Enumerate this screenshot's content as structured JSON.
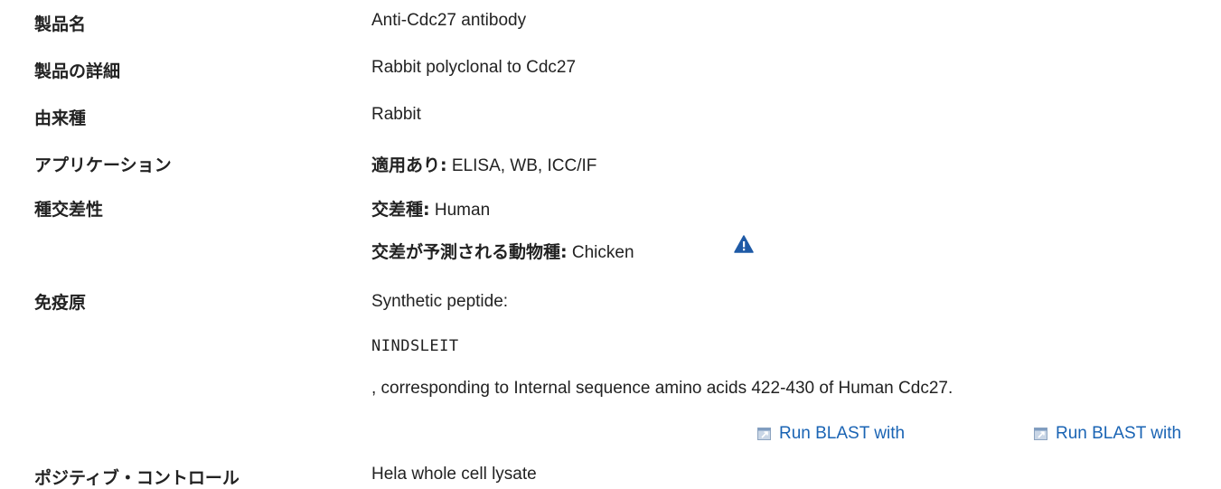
{
  "rows": {
    "product_name": {
      "label": "製品名",
      "value": "Anti-Cdc27 antibody"
    },
    "description": {
      "label": "製品の詳細",
      "value": "Rabbit polyclonal to Cdc27"
    },
    "host": {
      "label": "由来種",
      "value": "Rabbit"
    },
    "applications": {
      "label": "アプリケーション",
      "prefix": "適用あり:",
      "value": " ELISA, WB, ICC/IF"
    },
    "reactivity": {
      "label": "種交差性",
      "reacts_prefix": "交差種:",
      "reacts_value": " Human",
      "predicted_prefix": "交差が予測される動物種:",
      "predicted_value": " Chicken"
    },
    "immunogen": {
      "label": "免疫原",
      "line1": "Synthetic peptide:",
      "sequence": "NINDSLEIT",
      "line3": ", corresponding to Internal sequence amino acids 422-430 of Human Cdc27."
    },
    "positive_control": {
      "label": "ポジティブ・コントロール",
      "value": "Hela whole cell lysate"
    }
  },
  "blast": {
    "link1": "Run BLAST with",
    "link2": "Run BLAST with"
  },
  "colors": {
    "link": "#1a64b4",
    "warning": "#1f5aa6"
  }
}
